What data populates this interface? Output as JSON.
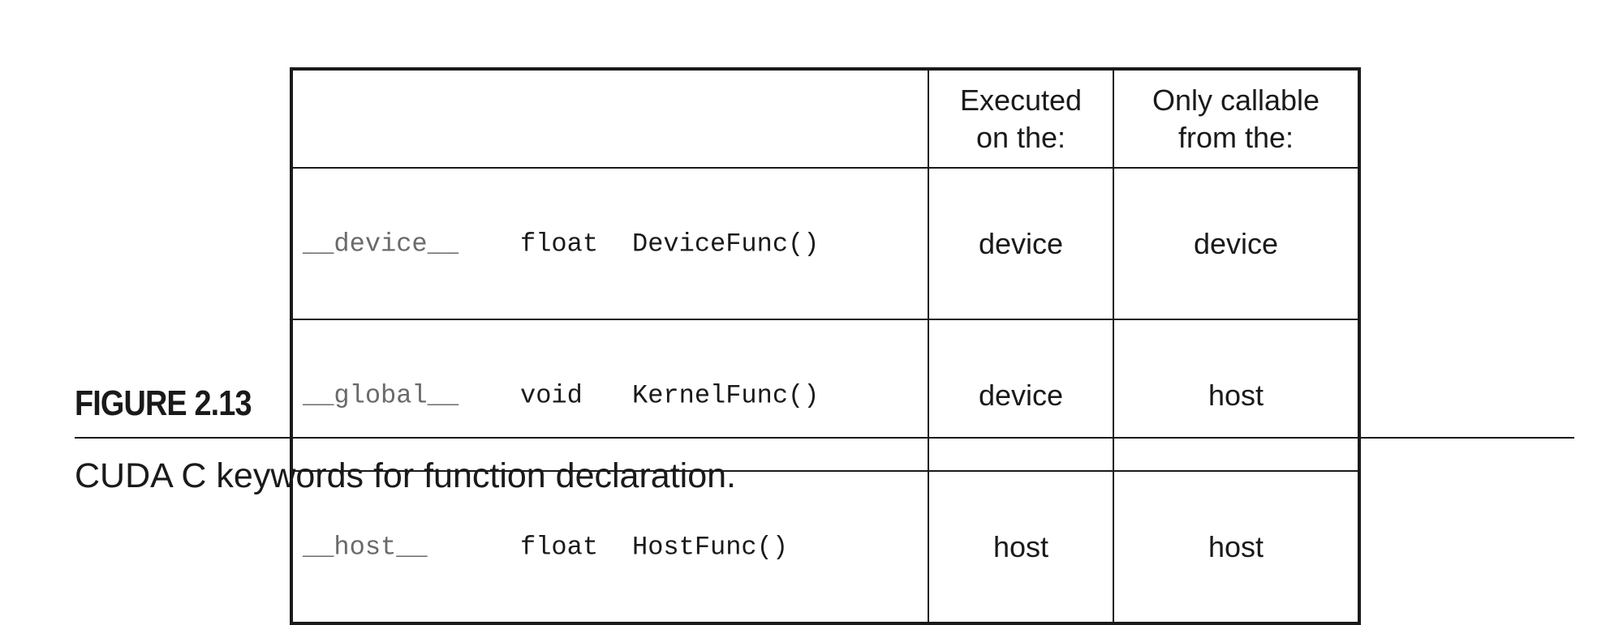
{
  "table": {
    "headers": {
      "declaration": "",
      "executed_on": [
        "Executed",
        "on the:"
      ],
      "callable_from": [
        "Only callable",
        "from the:"
      ]
    },
    "rows": [
      {
        "keyword": "__device__",
        "return_type": "float",
        "function": "DeviceFunc()",
        "executed_on": "device",
        "callable_from": "device"
      },
      {
        "keyword": "__global__",
        "return_type": "void",
        "function": "KernelFunc()",
        "executed_on": "device",
        "callable_from": "host"
      },
      {
        "keyword": "__host__",
        "return_type": "float",
        "function": "HostFunc()",
        "executed_on": "host",
        "callable_from": "host"
      }
    ]
  },
  "figure": {
    "label": "FIGURE 2.13",
    "caption": "CUDA C keywords for function declaration."
  },
  "colors": {
    "keyword_gray": "#6a6a6a",
    "text": "#1a1a1a",
    "border": "#1a1a1a"
  }
}
